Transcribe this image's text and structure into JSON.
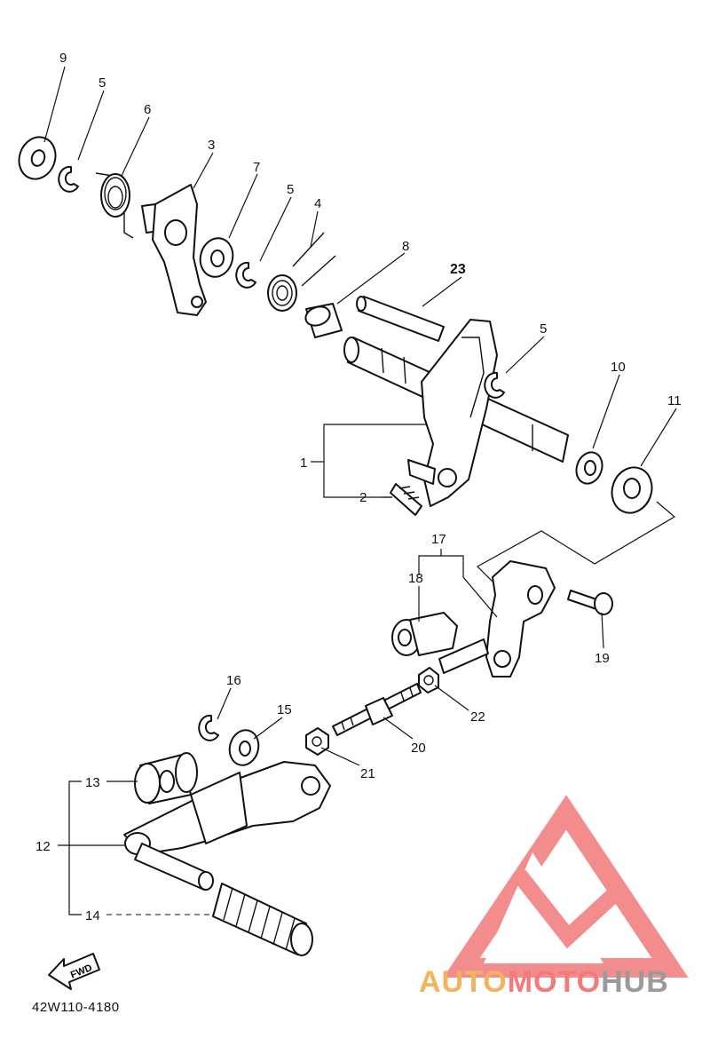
{
  "diagram_code": "42W110-4180",
  "fwd_label": "FWD",
  "callouts": {
    "c1": "1",
    "c2": "2",
    "c3": "3",
    "c4": "4",
    "c5a": "5",
    "c5b": "5",
    "c5c": "5",
    "c6": "6",
    "c7": "7",
    "c8": "8",
    "c9": "9",
    "c10": "10",
    "c11": "11",
    "c12": "12",
    "c13": "13",
    "c14": "14",
    "c15": "15",
    "c16": "16",
    "c17": "17",
    "c18": "18",
    "c19": "19",
    "c20": "20",
    "c21": "21",
    "c22": "22",
    "c23": "23"
  },
  "watermark": {
    "text_part1": "AUTO",
    "text_part2": "MOTO",
    "text_part3": "HUB",
    "color_primary": "#f27a7a",
    "color_secondary": "#f2b25e",
    "color_tertiary": "#9a9a9a"
  }
}
